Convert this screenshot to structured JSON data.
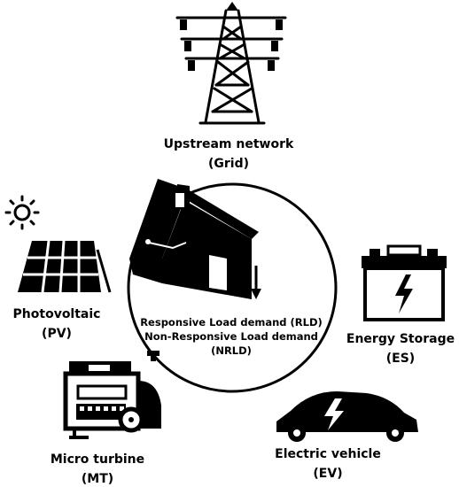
{
  "colors": {
    "ink": "#000000",
    "background": "#ffffff"
  },
  "icons": [
    "power-tower-icon",
    "house-icon",
    "sun-icon",
    "solar-panel-icon",
    "battery-icon",
    "generator-icon",
    "electric-car-icon"
  ],
  "center": {
    "line1": "Responsive Load demand (RLD)",
    "line2": "Non-Responsive Load demand",
    "line3": "(NRLD)"
  },
  "nodes": {
    "grid": {
      "name": "Upstream network",
      "abbr": "(Grid)"
    },
    "pv": {
      "name": "Photovoltaic",
      "abbr": "(PV)"
    },
    "es": {
      "name": "Energy Storage",
      "abbr": "(ES)"
    },
    "mt": {
      "name": "Micro turbine",
      "abbr": "(MT)"
    },
    "ev": {
      "name": "Electric vehicle",
      "abbr": "(EV)"
    }
  }
}
